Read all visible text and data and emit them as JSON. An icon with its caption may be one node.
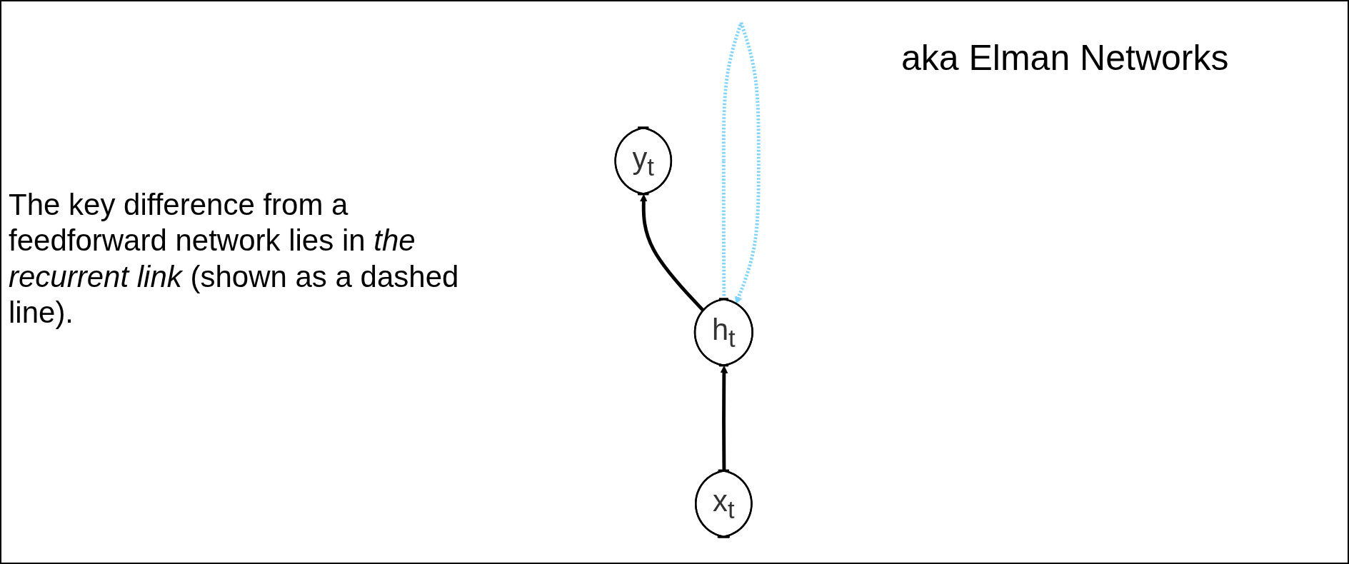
{
  "diagram": {
    "nodes": [
      {
        "text": [
          "y$_{t}$"
        ]
      },
      {
        "text": [
          "h$_{t}$"
        ]
      },
      {
        "text": [
          "x$_{t}$"
        ]
      }
    ],
    "edges": [
      {
        "from": 2,
        "to": 1,
        "arrow": "to"
      },
      {
        "from": 1,
        "to": 0,
        "arrow": "to"
      },
      {
        "from": 1,
        "to": 1,
        "arrow": "to",
        "style": "dashed",
        "color": "#7fd4ff"
      }
    ],
    "labels": [
      "The key difference from a feedforward network lies in *the recurrent link* (shown as a dashed line).",
      "aka Elman Networks"
    ]
  }
}
